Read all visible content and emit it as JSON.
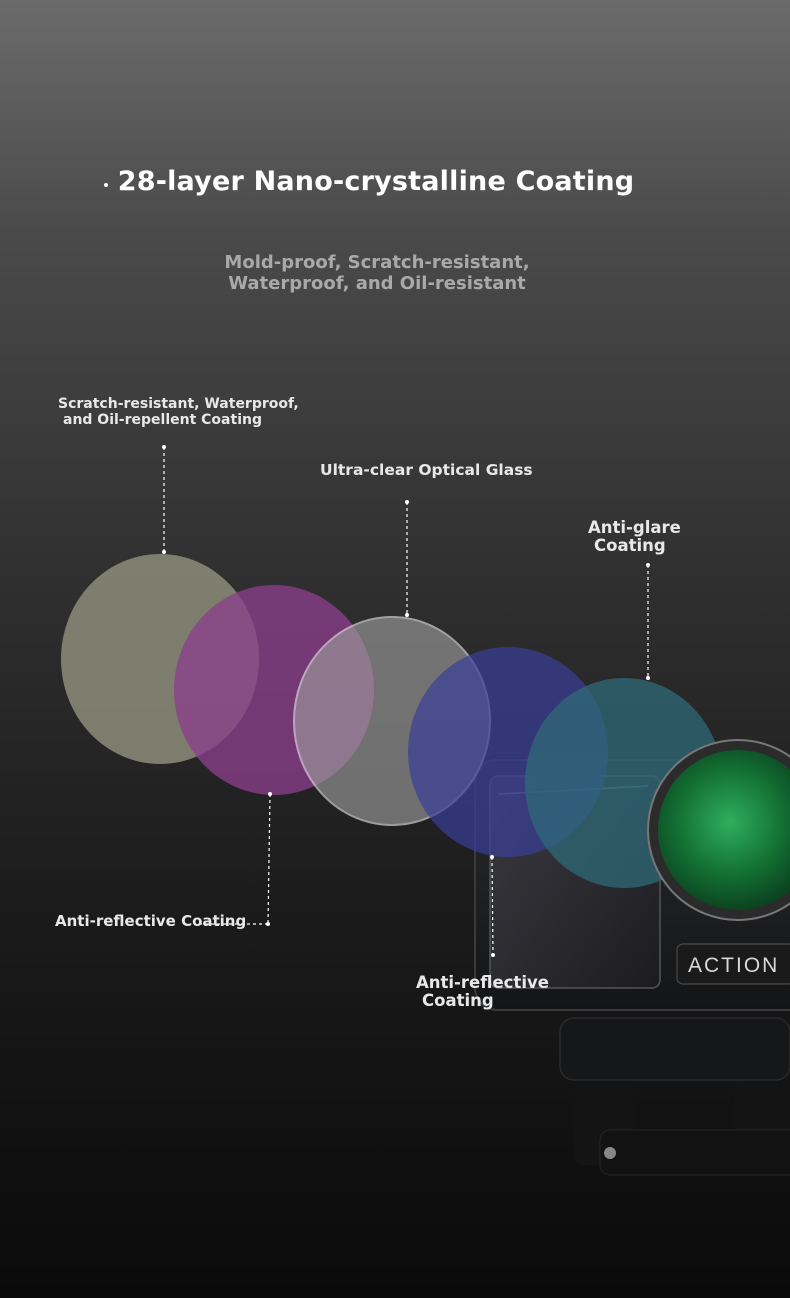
{
  "heading": {
    "title": "28-layer Nano-crystalline Coating",
    "subtitle_line1": "Mold-proof, Scratch-resistant,",
    "subtitle_line2": "Waterproof, and Oil-resistant"
  },
  "layers": {
    "scratch_resistant": {
      "line1": "Scratch-resistant, Waterproof,",
      "line2": "and Oil-repellent Coating"
    },
    "optical_glass": {
      "line1": "Ultra-clear Optical Glass"
    },
    "anti_glare": {
      "line1": "Anti-glare",
      "line2": "Coating"
    },
    "anti_reflective_left": {
      "line1": "Anti-reflective Coating"
    },
    "anti_reflective_center": {
      "line1": "Anti-reflective",
      "line2": "Coating"
    }
  },
  "camera": {
    "brand_text": "ACTION"
  },
  "colors": {
    "layer_1": "#8a8a78",
    "layer_2": "#8a3f8a",
    "layer_3": "#9a9a9a",
    "layer_4": "#3a3f98",
    "layer_5": "#2f6a78",
    "filter_lens": "#1f7a3a"
  }
}
